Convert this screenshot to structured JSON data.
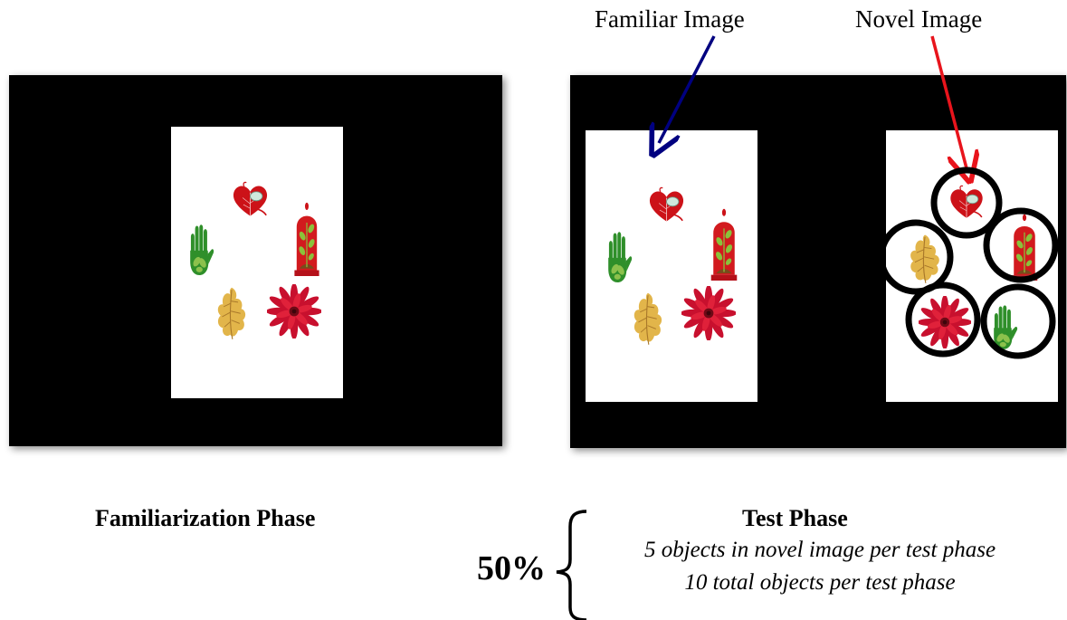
{
  "labels": {
    "familiar_image": "Familiar Image",
    "novel_image": "Novel Image"
  },
  "phases": {
    "familiarization": {
      "title": "Familiarization Phase"
    },
    "test": {
      "title": "Test Phase",
      "note_line_1": "5 objects in novel image per test phase",
      "note_line_2": "10 total objects per test phase"
    }
  },
  "percent": "50%",
  "objects": [
    "heart-leaf-icon",
    "plant-bell-jar-icon",
    "red-flower-icon",
    "golden-leaf-icon",
    "green-hand-icon"
  ],
  "colors": {
    "familiar_arrow": "#000080",
    "novel_arrow": "#e8141c",
    "screen": "#000000"
  }
}
